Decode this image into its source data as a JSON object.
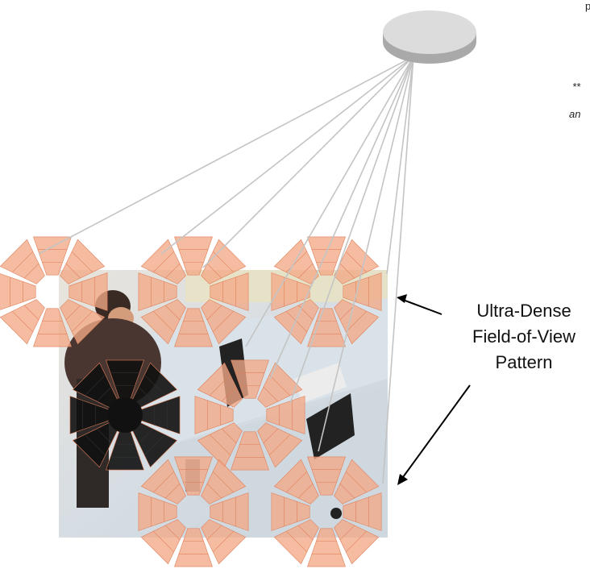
{
  "diagram": {
    "callout_lines": [
      "Ultra-Dense",
      "Field-of-View",
      "Pattern"
    ],
    "note_fragment_1": "**",
    "note_fragment_2": "an",
    "top_fragment": "p"
  },
  "colors": {
    "sensor_top": "#dcdcdc",
    "sensor_side": "#a9a9a9",
    "ray": "#c4c4c4",
    "tile": "#f2a987",
    "tile_grid": "#e07f5a",
    "tile_gap": "#c3d0dd",
    "highlight": "#111111",
    "arrow": "#000000"
  },
  "icons": {
    "sensor": "ceiling-sensor-icon",
    "photo": "office-overhead-photo"
  }
}
